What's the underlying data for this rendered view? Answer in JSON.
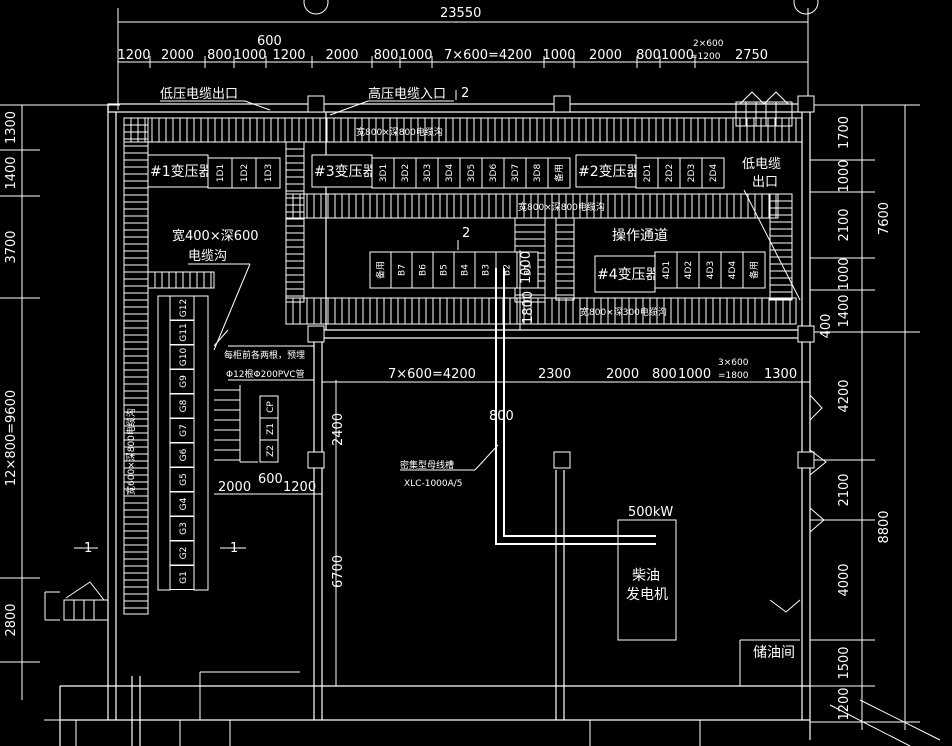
{
  "title_dim": "23550",
  "axis_bubble_note": "",
  "top_dims": [
    "1200",
    "2000",
    "800",
    "1000",
    "1200",
    "2000",
    "800",
    "1000",
    "7×600=4200",
    "1000",
    "2000",
    "800",
    "1000",
    "2750"
  ],
  "top_dim_small_1": "600",
  "top_dim_small_2a": "2×600",
  "top_dim_small_2b": "=1200",
  "left_dims": [
    "1300",
    "1400",
    "3700",
    "12×800=9600",
    "2800"
  ],
  "right_dims_inner": [
    "1700",
    "1000",
    "2100",
    "1000",
    "1400",
    "400",
    "4200",
    "2100",
    "4000",
    "1500",
    "1200"
  ],
  "right_dims_outer": [
    "7600",
    "8800"
  ],
  "labels": {
    "lv_cable_out": "低压电缆出口",
    "hv_cable_in": "高压电缆入口",
    "sec2_top": "2",
    "sec2_mid": "2",
    "sec1_left": "1",
    "sec1_right": "1",
    "trench_top": "宽800×深800电缆沟",
    "trench_mid": "宽800×深800电缆沟",
    "trench_low": "宽800×深300电缆沟",
    "trench_left": "宽600×深800电缆沟",
    "trench_400a": "宽400×深600",
    "trench_400b": "电缆沟",
    "lv_out_right_a": "低电缆",
    "lv_out_right_b": "出口",
    "op_channel": "操作通道",
    "t1": "#1变压器",
    "t2": "#2变压器",
    "t3": "#3变压器",
    "t4": "#4变压器",
    "pvc_a": "每柜前各两根，预埋",
    "pvc_b": "Φ12根Φ200PVC管",
    "busway_a": "密集型母线槽",
    "busway_b": "XLC-1000A/5",
    "gen_power": "500kW",
    "gen_a": "柴油",
    "gen_b": "发电机",
    "oil_room": "储油间",
    "d800": "800",
    "d1000": "1000",
    "d1800": "1800",
    "d2400": "2400",
    "d6700": "6700",
    "d2000b": "2000",
    "d600b": "600",
    "d1200b": "1200",
    "row2_4200": "7×600=4200",
    "row2_2300": "2300",
    "row2_2000": "2000",
    "row2_800": "800",
    "row2_1000": "1000",
    "row2_3x600a": "3×600",
    "row2_3x600b": "=1800",
    "row2_1300": "1300"
  },
  "cab_1": [
    "1D1",
    "1D2",
    "1D3"
  ],
  "cab_3": [
    "3D1",
    "3D2",
    "3D3",
    "3D4",
    "3D5",
    "3D6",
    "3D7",
    "3D8",
    "备用"
  ],
  "cab_2": [
    "2D1",
    "2D2",
    "2D3",
    "2D4"
  ],
  "cab_4": [
    "4D1",
    "4D2",
    "4D3",
    "4D4",
    "备用"
  ],
  "cab_b": [
    "备用",
    "B7",
    "B6",
    "B5",
    "B4",
    "B3",
    "B2",
    "B1"
  ],
  "cab_g": [
    "G12",
    "G11",
    "G10",
    "G9",
    "G8",
    "G7",
    "G6",
    "G5",
    "G4",
    "G3",
    "G2",
    "G1"
  ],
  "cab_cp": [
    "CP",
    "Z1",
    "Z2"
  ]
}
